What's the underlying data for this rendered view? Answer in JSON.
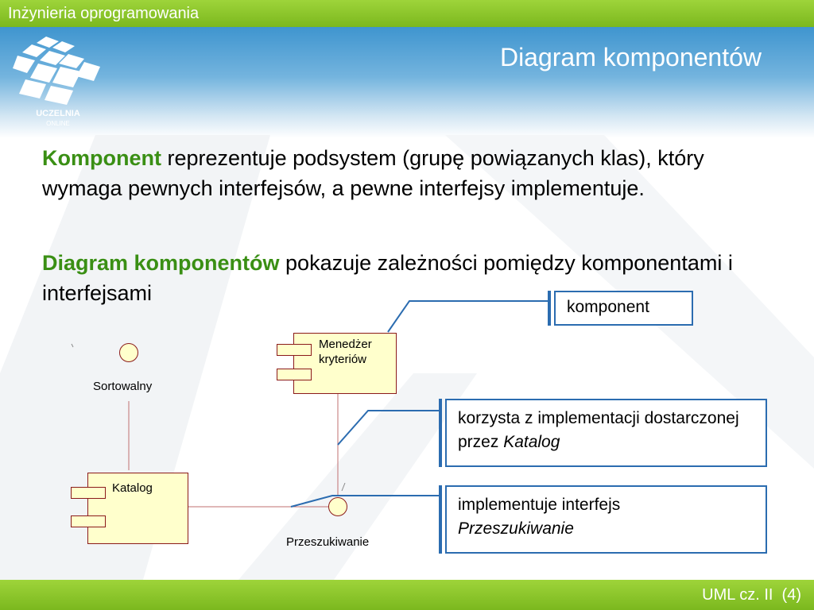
{
  "header": {
    "course": "Inżynieria oprogramowania",
    "title": "Diagram komponentów",
    "logo_text_1": "UCZELNIA",
    "logo_text_2": "ONLINE"
  },
  "paragraphs": [
    {
      "keyword": "Komponent",
      "text": " reprezentuje podsystem (grupę powiązanych klas), który wymaga pewnych interfejsów, a pewne interfejsy implementuje."
    },
    {
      "keyword": "Diagram komponentów",
      "text": " pokazuje zależności pomiędzy komponentami i interfejsami"
    }
  ],
  "diagram": {
    "components": {
      "manager": "Menedżer kryteriów",
      "catalog": "Katalog"
    },
    "interfaces": {
      "sort": "Sortowalny",
      "search": "Przeszukiwanie"
    }
  },
  "callouts": {
    "component": "komponent",
    "uses_text": "korzysta z implementacji dostarczonej przez ",
    "uses_em": "Katalog",
    "implements_text": "implementuje interfejs ",
    "implements_em": "Przeszukiwanie"
  },
  "footer": {
    "label": "UML cz. II  (4)"
  },
  "colors": {
    "green_bar": "#8cc63f",
    "header_blue": "#3f95cf",
    "keyword_green": "#3a8f14",
    "callout_blue": "#2b6cb0",
    "component_fill": "#ffffcc",
    "component_border": "#8b1a1a"
  }
}
